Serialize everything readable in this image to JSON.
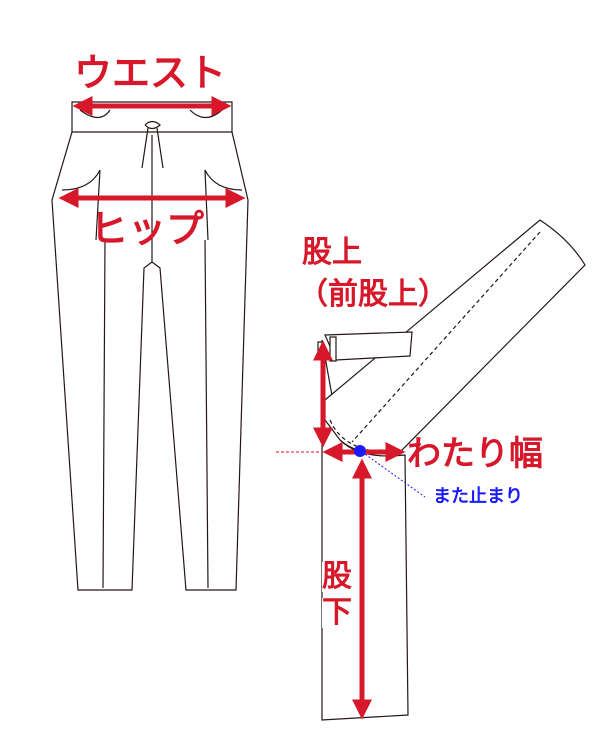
{
  "colors": {
    "accent": "#d7182a",
    "point": "#1a1aff",
    "line": "#231815"
  },
  "labels": {
    "waist": "ウエスト",
    "hip": "ヒップ",
    "rise": "股上",
    "front_rise": "（前股上）",
    "thigh_width": "わたり幅",
    "crotch_point": "また止まり",
    "inseam_1": "股",
    "inseam_2": "下"
  }
}
